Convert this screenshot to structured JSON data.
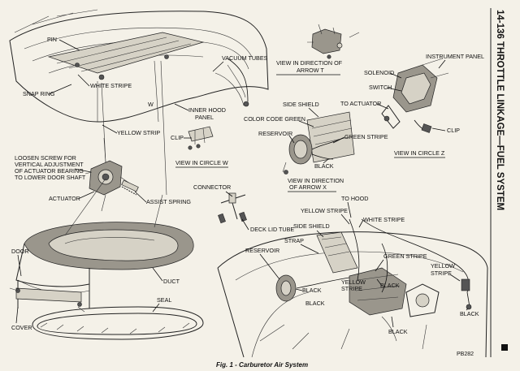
{
  "sidebar_title": "14-136 THROTTLE LINKAGE—FUEL SYSTEM",
  "caption": "Fig. 1 - Carburetor Air System",
  "plate_code": "PB282",
  "views": {
    "arrow_t": [
      "VIEW IN DIRECTION OF",
      "ARROW T"
    ],
    "circle_w": "VIEW IN CIRCLE W",
    "arrow_x": [
      "VIEW IN DIRECTION",
      "OF ARROW X"
    ],
    "circle_z": "VIEW IN CIRCLE Z"
  },
  "labels": {
    "pin": "PIN",
    "vacuum_tubes": "VACUUM TUBES",
    "white_stripe_top": "WHITE STRIPE",
    "snap_ring": "SNAP RING",
    "w_letter": "W",
    "inner_hood_panel": [
      "INNER HOOD",
      "PANEL"
    ],
    "yellow_strip": "YELLOW STRIP",
    "clip_w": "CLIP",
    "loosen_screw": [
      "LOOSEN SCREW FOR",
      "VERTICAL ADJUSTMENT",
      "OF ACTUATOR BEARING",
      "TO LOWER DOOR SHAFT"
    ],
    "actuator": "ACTUATOR",
    "assist_spring": "ASSIST SPRING",
    "connector": "CONNECTOR",
    "deck_lid_tube": "DECK LID TUBE",
    "door": "DOOR",
    "duct": "DUCT",
    "seal": "SEAL",
    "cover": "COVER",
    "side_shield_x": "SIDE SHIELD",
    "color_code_green": "COLOR CODE GREEN",
    "reservoir_x": "RESERVOIR",
    "green_stripe_x": "GREEN STRIPE",
    "black_x": "BLACK",
    "instrument_panel": "INSTRUMENT PANEL",
    "solenoid": "SOLENOID",
    "switch": "SWITCH",
    "to_actuator": "TO ACTUATOR",
    "clip_z": "CLIP",
    "to_hood": "TO HOOD",
    "yellow_stripe_b1": "YELLOW STRIPE",
    "white_stripe_b": "WHITE STRIPE",
    "side_shield_b": "SIDE SHIELD",
    "strap": "STRAP",
    "reservoir_b": "RESERVOIR",
    "green_stripe_b": "GREEN STRIPE",
    "yellow_stripe_b2": [
      "YELLOW",
      "STRIPE"
    ],
    "yellow_b_center": [
      "YELLOW",
      "STRIPE"
    ],
    "black_b1": "BLACK",
    "black_b2": "BLACK",
    "black_b3": "BLACK",
    "black_b4": "BLACK",
    "black_b5": "BLACK"
  }
}
